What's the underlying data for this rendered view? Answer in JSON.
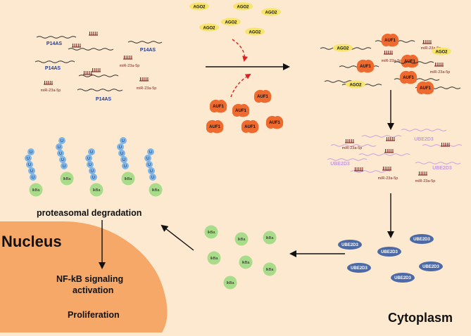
{
  "labels": {
    "p14as": "P14AS",
    "mir": "miR-23a-5p",
    "ago2": "AGO2",
    "auf1": "AUF1",
    "ube2d3": "UBE2D3",
    "ikba": "IkBa",
    "u": "U",
    "nucleus": "Nucleus",
    "cytoplasm": "Cytoplasm",
    "proteasomal": "proteasomal degradation",
    "nfkb_line1": "NF-kB signaling",
    "nfkb_line2": "activation",
    "proliferation": "Proliferation"
  },
  "colors": {
    "background": "#fde9cf",
    "nucleus": "#f5a868",
    "ago2": "#f7e46a",
    "auf1": "#ef6a2e",
    "ube2d3_protein": "#4d6aa6",
    "ube2d3_mrna": "#c79be0",
    "ikba": "#a9dc8a",
    "ubiquitin": "#7fb5e6",
    "p14as_text": "#1f3b8f",
    "mir_strand": "#7a1f1f",
    "red_arrow": "#e02020"
  }
}
